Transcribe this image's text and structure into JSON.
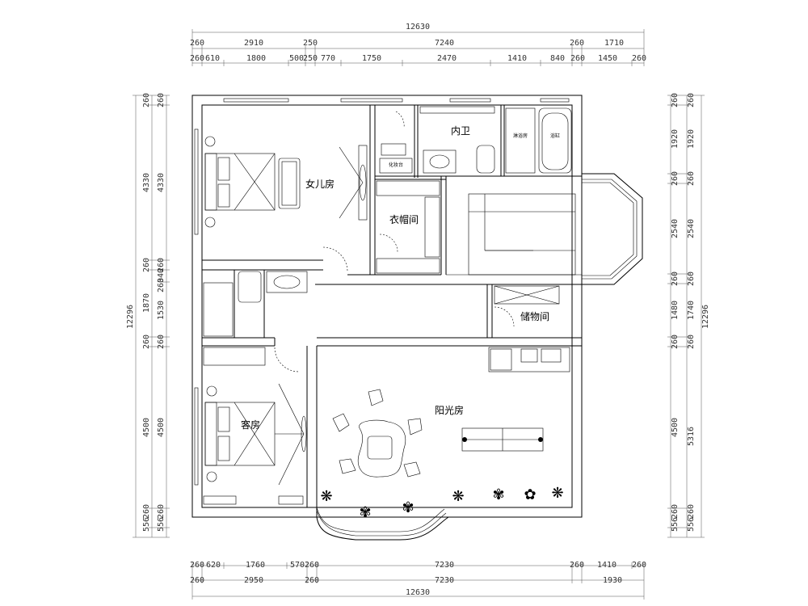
{
  "rooms": {
    "daughter_room": "女儿房",
    "bathroom": "内卫",
    "cloakroom": "衣帽间",
    "storage": "储物间",
    "guest_room": "客房",
    "sunroom": "阳光房"
  },
  "fixture_labels": {
    "shower": "淋浴房",
    "bathtub": "浴缸",
    "vanity": "化妆台"
  },
  "dims_top": {
    "total": "12630",
    "row1": [
      "260",
      "2910",
      "250",
      "7240",
      "260",
      "1710"
    ],
    "row2": [
      "260",
      "610",
      "1800",
      "500",
      "250",
      "770",
      "1750",
      "2470",
      "1410",
      "840",
      "260",
      "1450",
      "260"
    ]
  },
  "dims_bottom": {
    "row1": [
      "260",
      "620",
      "1760",
      "570",
      "260",
      "7230",
      "260",
      "1410",
      "260"
    ],
    "row2": [
      "260",
      "2950",
      "260",
      "7230",
      "1930"
    ],
    "total": "12630"
  },
  "dims_left": {
    "row_outer": [
      "260",
      "4330",
      "260",
      "1870",
      "260",
      "4500",
      "556",
      "260"
    ],
    "row_inner": [
      "260",
      "4330",
      "260",
      "340",
      "260",
      "1530",
      "260",
      "4500",
      "556",
      "260"
    ],
    "total": "12296"
  },
  "dims_right": {
    "row_inner": [
      "260",
      "1920",
      "260",
      "2540",
      "260",
      "1480",
      "260",
      "4500",
      "556",
      "260"
    ],
    "row_outer": [
      "260",
      "1920",
      "260",
      "2540",
      "260",
      "1740",
      "260",
      "5316",
      "556",
      "260"
    ],
    "total": "12296"
  }
}
